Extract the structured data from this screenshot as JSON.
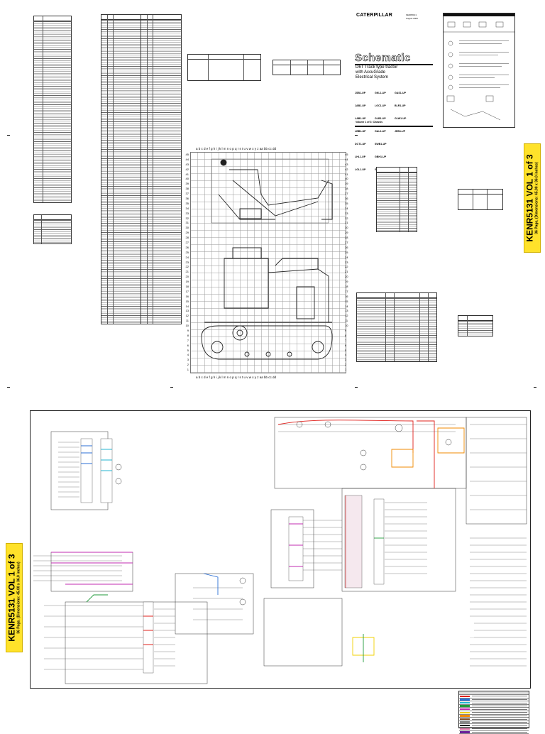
{
  "brand": {
    "logo": "CATERPILLAR",
    "code": "KENR5131",
    "date": "August 2003"
  },
  "title": {
    "heading": "Schematic",
    "subtitle_lines": [
      "D6T Track type tractor",
      "with AccuGrade",
      "Electrical System"
    ],
    "models": [
      "JSB1-UP",
      "GKL1-UP",
      "GAS1-UP",
      "JAB1-UP",
      "LGC1-UP",
      "BLR1-UP",
      "LAB1-UP",
      "GLB1-UP",
      "GLW1-UP",
      "LBB1-UP",
      "GAL1-UP",
      "JEB1-UP",
      "DCT1-UP",
      "SWB1-UP",
      "LHL1-UP",
      "GBH1-UP",
      "LGL1-UP",
      "SBS1-UP"
    ],
    "volume": "Volume 1 of 3: Chassis"
  },
  "banners": {
    "top_right_main": "KENR5131 VOL 1 of 3",
    "top_right_sub": "36 Page, (Dimensions: 45.00 x 36.0 inches)",
    "left_main": "KENR5131 VOL 1 of 3",
    "left_sub": "36 Page, (Dimensions: 45.00 x 36.0 inches)"
  },
  "grid": {
    "letters": "a b c d e f g h i j k l m n o p q r s t u v w x y z aa bb cc dd",
    "rows_top": [
      "45",
      "44",
      "43",
      "42",
      "41",
      "40",
      "39",
      "38",
      "37",
      "36",
      "35",
      "34",
      "33",
      "32",
      "31",
      "30",
      "29",
      "28",
      "27",
      "26",
      "25",
      "24",
      "23",
      "22",
      "21",
      "20",
      "19",
      "18",
      "17",
      "16",
      "15",
      "14",
      "13",
      "12",
      "11",
      "10",
      "9",
      "8",
      "7",
      "6",
      "5",
      "4",
      "3",
      "2",
      "1"
    ]
  },
  "colors": {
    "banner": "#ffe22a",
    "wire_red": "#e0201b",
    "wire_orange": "#f08a00",
    "wire_blue": "#2b6fd6",
    "wire_magenta": "#c02bb0",
    "wire_green": "#1f9a3a",
    "wire_yellow": "#f2d100",
    "wire_cyan": "#24b6d0"
  }
}
